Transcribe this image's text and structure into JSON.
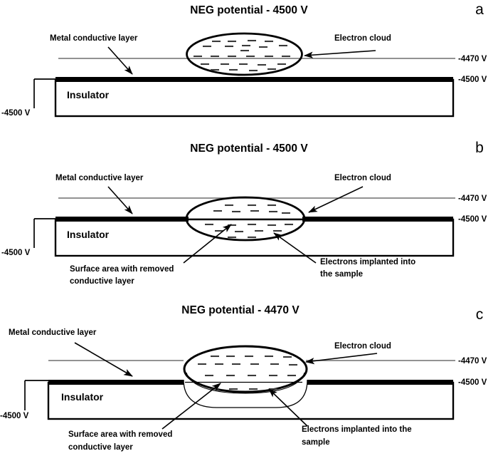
{
  "figure": {
    "background_color": "#ffffff",
    "line_color": "#000000",
    "thin_line_color": "#6e6e6e"
  },
  "panels": [
    {
      "letter": "a",
      "title": "NEG potential - 4500 V",
      "labels": {
        "metal_layer": "Metal conductive layer",
        "electron_cloud": "Electron cloud",
        "insulator": "Insulator"
      },
      "voltages": {
        "upper_right": "-4470 V",
        "lower_right": "-4500 V",
        "left": "-4500 V"
      }
    },
    {
      "letter": "b",
      "title": "NEG potential - 4500 V",
      "labels": {
        "metal_layer": "Metal conductive layer",
        "electron_cloud": "Electron cloud",
        "insulator": "Insulator",
        "surface_area": "Surface area with removed",
        "surface_area_line2": "conductive layer",
        "implanted": "Electrons implanted into",
        "implanted_line2": "the sample"
      },
      "voltages": {
        "upper_right": "-4470 V",
        "lower_right": "-4500 V",
        "left": "-4500 V"
      }
    },
    {
      "letter": "c",
      "title": "NEG potential - 4470 V",
      "labels": {
        "metal_layer": "Metal conductive layer",
        "electron_cloud": "Electron cloud",
        "insulator": "Insulator",
        "surface_area": "Surface area with removed",
        "surface_area_line2": "conductive layer",
        "implanted": "Electrons implanted into the",
        "implanted_line2": "sample"
      },
      "voltages": {
        "upper_right": "-4470 V",
        "lower_right": "-4500 V",
        "left": "-4500 V"
      }
    }
  ]
}
